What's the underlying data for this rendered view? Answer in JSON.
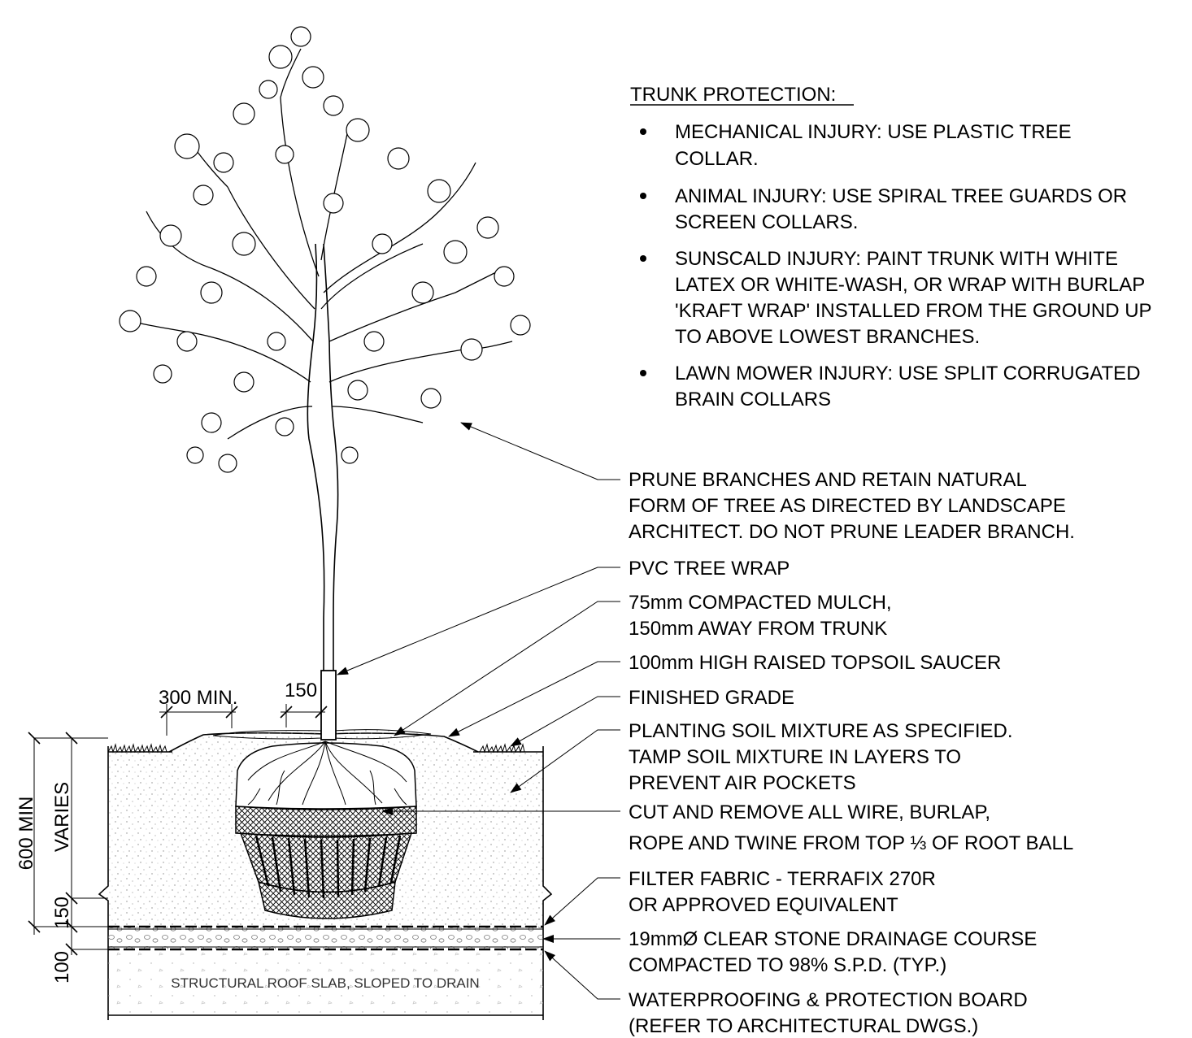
{
  "trunk_protection": {
    "heading": "TRUNK PROTECTION:",
    "bullets": [
      {
        "line1": "MECHANICAL INJURY: USE PLASTIC TREE",
        "line2": "COLLAR."
      },
      {
        "line1": "ANIMAL INJURY: USE SPIRAL TREE GUARDS OR",
        "line2": "SCREEN COLLARS."
      },
      {
        "line1": "SUNSCALD INJURY: PAINT TRUNK WITH WHITE",
        "line2": "LATEX OR WHITE-WASH, OR WRAP WITH BURLAP",
        "line3": "'KRAFT WRAP' INSTALLED FROM THE GROUND UP",
        "line4": "TO ABOVE LOWEST BRANCHES."
      },
      {
        "line1": "LAWN MOWER INJURY: USE SPLIT CORRUGATED",
        "line2": "BRAIN COLLARS"
      }
    ]
  },
  "callouts": {
    "prune": {
      "line1": "PRUNE BRANCHES AND RETAIN NATURAL",
      "line2": "FORM OF TREE AS DIRECTED BY LANDSCAPE",
      "line3": "ARCHITECT.  DO NOT PRUNE LEADER BRANCH."
    },
    "tree_wrap": {
      "line1": "PVC TREE WRAP"
    },
    "mulch": {
      "line1": "75mm COMPACTED MULCH,",
      "line2": "150mm AWAY FROM TRUNK"
    },
    "saucer": {
      "line1": "100mm HIGH RAISED TOPSOIL SAUCER"
    },
    "grade": {
      "line1": "FINISHED GRADE"
    },
    "planting_soil": {
      "line1": "PLANTING SOIL MIXTURE AS SPECIFIED.",
      "line2": "TAMP SOIL MIXTURE IN LAYERS TO",
      "line3": "PREVENT AIR POCKETS"
    },
    "cut_wire": {
      "line1": "CUT AND REMOVE ALL WIRE, BURLAP,",
      "line2": "ROPE AND TWINE FROM TOP ⅓ OF ROOT BALL"
    },
    "filter_fabric": {
      "line1": "FILTER FABRIC - TERRAFIX 270R",
      "line2": "OR APPROVED EQUIVALENT"
    },
    "drainage": {
      "line1": "19mmØ CLEAR STONE DRAINAGE COURSE",
      "line2": "COMPACTED TO 98% S.P.D. (TYP.)"
    },
    "waterproofing": {
      "line1": "WATERPROOFING & PROTECTION BOARD",
      "line2": "(REFER TO ARCHITECTURAL DWGS.)"
    }
  },
  "dimensions": {
    "d300": "300 MIN.",
    "d150_top": "150",
    "d600": "600 MIN",
    "varies": "VARIES",
    "d150_side": "150",
    "d100": "100"
  },
  "slab_label": "STRUCTURAL ROOF SLAB, SLOPED TO DRAIN"
}
